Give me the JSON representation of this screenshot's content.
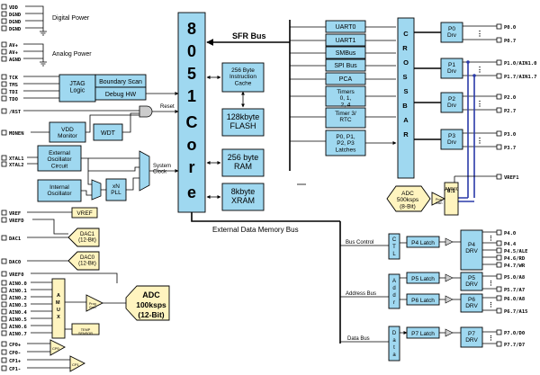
{
  "power": {
    "vdd": "VDD",
    "dgnd1": "DGND",
    "dgnd2": "DGND",
    "dgnd3": "DGND",
    "digital_power": "Digital Power",
    "av1": "AV+",
    "av2": "AV+",
    "agnd": "AGND",
    "analog_power": "Analog Power"
  },
  "jtag": {
    "pins": [
      "TCK",
      "TMS",
      "TDI",
      "TDO"
    ],
    "logic": "JTAG Logic",
    "boundary_scan": "Boundary Scan",
    "debug_hw": "Debug HW"
  },
  "reset": {
    "pin": "/RST",
    "label": "Reset",
    "vdd_monitor": "VDD Monitor",
    "wdt": "WDT",
    "monen": "MONEN"
  },
  "clock": {
    "xtal1": "XTAL1",
    "xtal2": "XTAL2",
    "ext_osc": "External Oscillator Circuit",
    "int_osc": "Internal Oscillator",
    "pll": "xN PLL",
    "system_clock": "System Clock"
  },
  "core": {
    "chars": [
      "8",
      "0",
      "5",
      "1",
      "C",
      "o",
      "r",
      "e"
    ],
    "sfr_bus": "SFR Bus",
    "cache": "256 Byte Instruction Cache",
    "flash": "128kbyte FLASH",
    "ram": "256 byte RAM",
    "xram": "8kbyte XRAM",
    "ext_bus": "External Data Memory Bus"
  },
  "periph": {
    "items": [
      "UART0",
      "UART1",
      "SMBus",
      "SPI Bus",
      "PCA",
      "Timers 0, 1, 2, 4",
      "Timer 3/ RTC",
      "P0, P1, P2, P3 Latches"
    ],
    "crossbar": "CROSSBAR"
  },
  "ports": {
    "p0": {
      "drv": "P0 Drv",
      "first": "P0.0",
      "last": "P0.7"
    },
    "p1": {
      "drv": "P1 Drv",
      "first": "P1.0/AIN1.0",
      "last": "P1.7/AIN1.7"
    },
    "p2": {
      "drv": "P2 Drv",
      "first": "P2.0",
      "last": "P2.7"
    },
    "p3": {
      "drv": "P3 Drv",
      "first": "P3.0",
      "last": "P3.7"
    },
    "vrefl": "VREF1"
  },
  "adc8": {
    "label": "ADC 500ksps (8-Bit)",
    "amux": "AMUX",
    "gain": "Prog Gain",
    "ratio": "8:1"
  },
  "analog": {
    "vref_pin": "VREF",
    "vrefd_pin": "VREFD",
    "vref_box": "VREF",
    "dac1_pin": "DAC1",
    "dac1": "DAC1 (12-Bit)",
    "dac0_pin": "DAC0",
    "dac0": "DAC0 (12-Bit)",
    "vref0_pin": "VREF0",
    "ain_pins": [
      "AIN0.0",
      "AIN0.1",
      "AIN0.2",
      "AIN0.3",
      "AIN0.4",
      "AIN0.5",
      "AIN0.6",
      "AIN0.7"
    ],
    "amux": "AMUX",
    "gain": "Prog Gain",
    "temp": "TEMP SENSOR",
    "adc_title": "ADC",
    "adc_rate": "100ksps",
    "adc_bits": "(12-Bit)",
    "cp0_plus": "CP0+",
    "cp0_minus": "CP0-",
    "cp1_plus": "CP1+",
    "cp1_minus": "CP1-",
    "cp0": "CP0",
    "cp1": "CP1"
  },
  "extport": {
    "bus_control": "Bus Control",
    "address_bus": "Address Bus",
    "data_bus": "Data Bus",
    "ctl": "CTL",
    "addr": "Addr",
    "data": "Data",
    "p4_latch": "P4 Latch",
    "p5_latch": "P5 Latch",
    "p6_latch": "P6 Latch",
    "p7_latch": "P7 Latch",
    "p4_drv": "P4 DRV",
    "p5_drv": "P5 DRV",
    "p6_drv": "P6 DRV",
    "p7_drv": "P7 DRV",
    "p4_pins": [
      "P4.0",
      "P4.4",
      "P4.5/ALE",
      "P4.6/RD",
      "P4.7/WR"
    ],
    "p5_pins": [
      "P5.0/A8",
      "P5.7/A7"
    ],
    "p6_pins": [
      "P6.0/A8",
      "P6.7/A15"
    ],
    "p7_pins": [
      "P7.0/D0",
      "P7.7/D7"
    ]
  }
}
